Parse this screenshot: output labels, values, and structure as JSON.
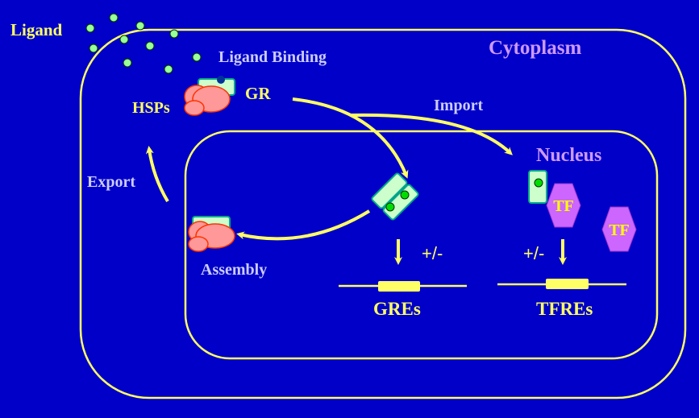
{
  "labels": {
    "ligand": "Ligand",
    "ligand_binding": "Ligand Binding",
    "cytoplasm": "Cytoplasm",
    "hsps": "HSPs",
    "gr": "GR",
    "import": "Import",
    "nucleus": "Nucleus",
    "export": "Export",
    "assembly": "Assembly",
    "plus_minus_gre": "+/-",
    "plus_minus_tfre": "+/-",
    "gres": "GREs",
    "tfres": "TFREs",
    "tf1": "TF",
    "tf2": "TF"
  },
  "colors": {
    "background": "#0000c8",
    "membrane": "#ffff66",
    "arrow": "#ffff66",
    "ligand": "#99ff99",
    "receptor": "#ccffcc",
    "receptor_border": "#00aa88",
    "hsp": "#ff9999",
    "hsp_border": "#ff3300",
    "tf": "#cc66ff",
    "element_box": "#ffff66",
    "bound_ligand": "#00dd00",
    "binding_site": "#003399"
  }
}
